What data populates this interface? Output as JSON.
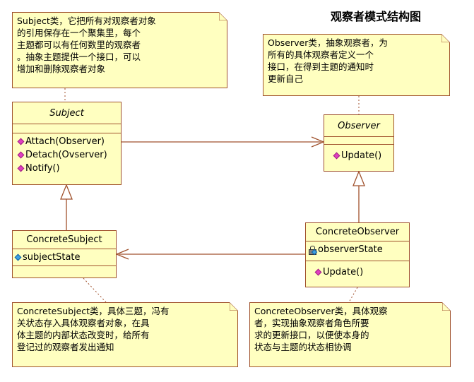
{
  "diagram": {
    "title": "观察者模式结构图"
  },
  "notes": {
    "subject_note": "Subject类，它把所有对观察者对象\n的引用保存在一个聚集里，每个\n主题都可以有任何数里的观察者\n。抽象主题提供一个接口，可以\n增加和删除观察者对象",
    "observer_note": "Observer类，抽象观察者，为\n所有的具体观察者定义一个\n接口，在得到主题的通知时\n更新自己",
    "concrete_subject_note": "ConcreteSubject类，具体三题，冯有\n关状态存入具体观察者对象，在具\n体主题的内部状态改变时，给所有\n登记过的观察者发出通知",
    "concrete_observer_note": "ConcreteObserver类，具体观察\n者，实现抽象观察者角色所要\n求的更新接口，以便使本身的\n状态与主题的状态相协调"
  },
  "classes": {
    "subject": {
      "name": "Subject",
      "operations": [
        "Attach(Observer)",
        "Detach(Ovserver)",
        "Notify()"
      ]
    },
    "observer": {
      "name": "Observer",
      "operations": [
        "Update()"
      ]
    },
    "concrete_subject": {
      "name": "ConcreteSubject",
      "attributes": [
        "subjectState"
      ]
    },
    "concrete_observer": {
      "name": "ConcreteObserver",
      "attributes": [
        "observerState"
      ],
      "operations": [
        "Update()"
      ]
    }
  },
  "colors": {
    "box_fill": "#ffffc0",
    "box_border": "#a0522d",
    "line": "#a0522d",
    "operation_icon": "#e040c0",
    "attribute_icon": "#40a0e0"
  }
}
